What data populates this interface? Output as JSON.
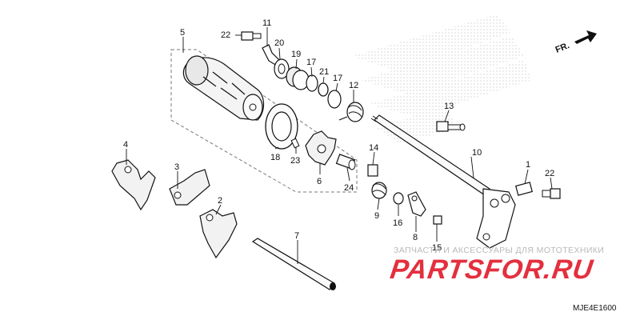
{
  "diagram": {
    "code": "MJE4E1600",
    "direction_label": "FR.",
    "callouts": {
      "c1": "1",
      "c2": "2",
      "c3": "3",
      "c4": "4",
      "c5": "5",
      "c6": "6",
      "c7": "7",
      "c8": "8",
      "c9": "9",
      "c10": "10",
      "c11": "11",
      "c12": "12",
      "c13": "13",
      "c14": "14",
      "c15": "15",
      "c16": "16",
      "c17a": "17",
      "c17b": "17",
      "c18": "18",
      "c19": "19",
      "c20": "20",
      "c21": "21",
      "c22a": "22",
      "c22b": "22",
      "c23": "23",
      "c24": "24"
    }
  },
  "watermark": {
    "subtitle": "ЗАПЧАСТИ И АКСЕССУАРЫ ДЛЯ МОТОТЕХНИКИ",
    "brand": "PARTSFOR.RU",
    "brand_color": "#e2192a"
  }
}
